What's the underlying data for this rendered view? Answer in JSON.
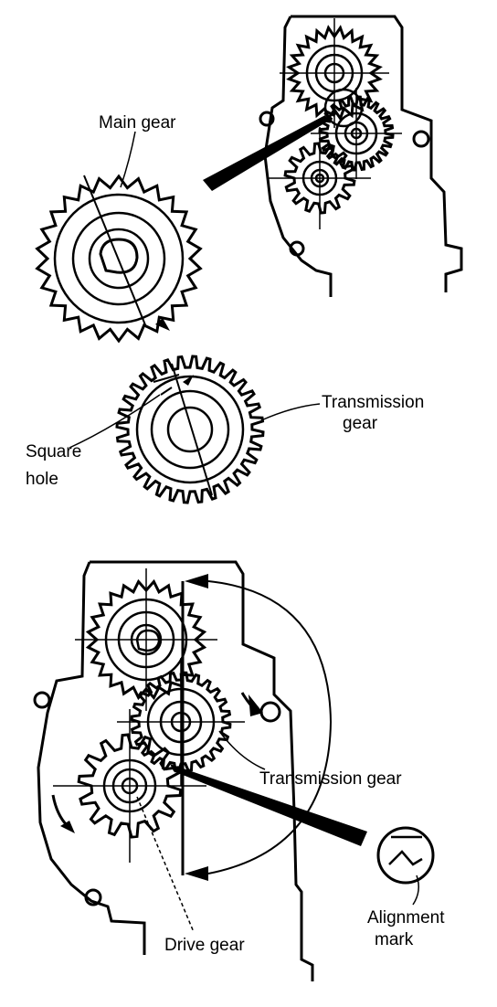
{
  "labels": {
    "main_gear": "Main gear",
    "transmission_gear_top": [
      "Transmission",
      "gear"
    ],
    "square_hole": [
      "Square",
      "hole"
    ],
    "transmission_gear_bottom": "Transmission gear",
    "drive_gear": "Drive gear",
    "alignment_mark": [
      "Alignment",
      "mark"
    ]
  },
  "colors": {
    "ink": "#000000",
    "paper": "#ffffff"
  }
}
